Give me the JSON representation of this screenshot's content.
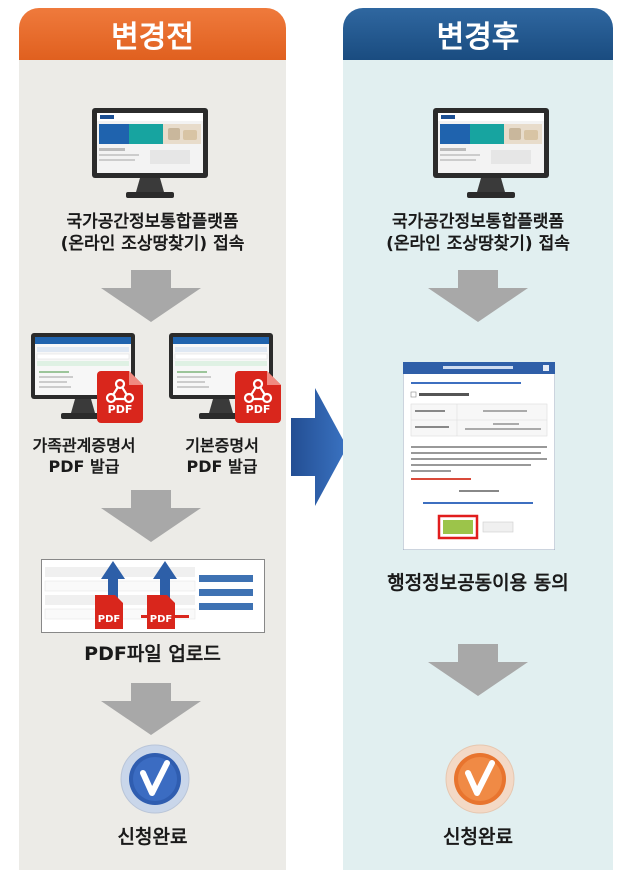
{
  "before": {
    "header": "변경전",
    "step1_line1": "국가공간정보통합플랫폼",
    "step1_line2": "(온라인 조상땅찾기) 접속",
    "doc1_line1": "가족관계증명서",
    "doc1_line2": "PDF 발급",
    "doc2_line1": "기본증명서",
    "doc2_line2": "PDF 발급",
    "pdf_badge": "PDF",
    "upload": "PDF파일 업로드",
    "complete": "신청완료"
  },
  "after": {
    "header": "변경후",
    "step1_line1": "국가공간정보통합플랫폼",
    "step1_line2": "(온라인 조상땅찾기) 접속",
    "consent": "행정정보공동이용 동의",
    "complete": "신청완료"
  },
  "colors": {
    "before_header": "#e0601f",
    "after_header": "#1a4c80",
    "before_panel": "#ecebe7",
    "after_panel": "#e1eff0",
    "arrow_gray": "#a8a8a8",
    "big_arrow_blue": "#2d5fa8",
    "pdf_red": "#d9261c",
    "check_blue": "#2f5db0",
    "check_orange": "#e8742e",
    "highlight": "#e11d1d"
  }
}
